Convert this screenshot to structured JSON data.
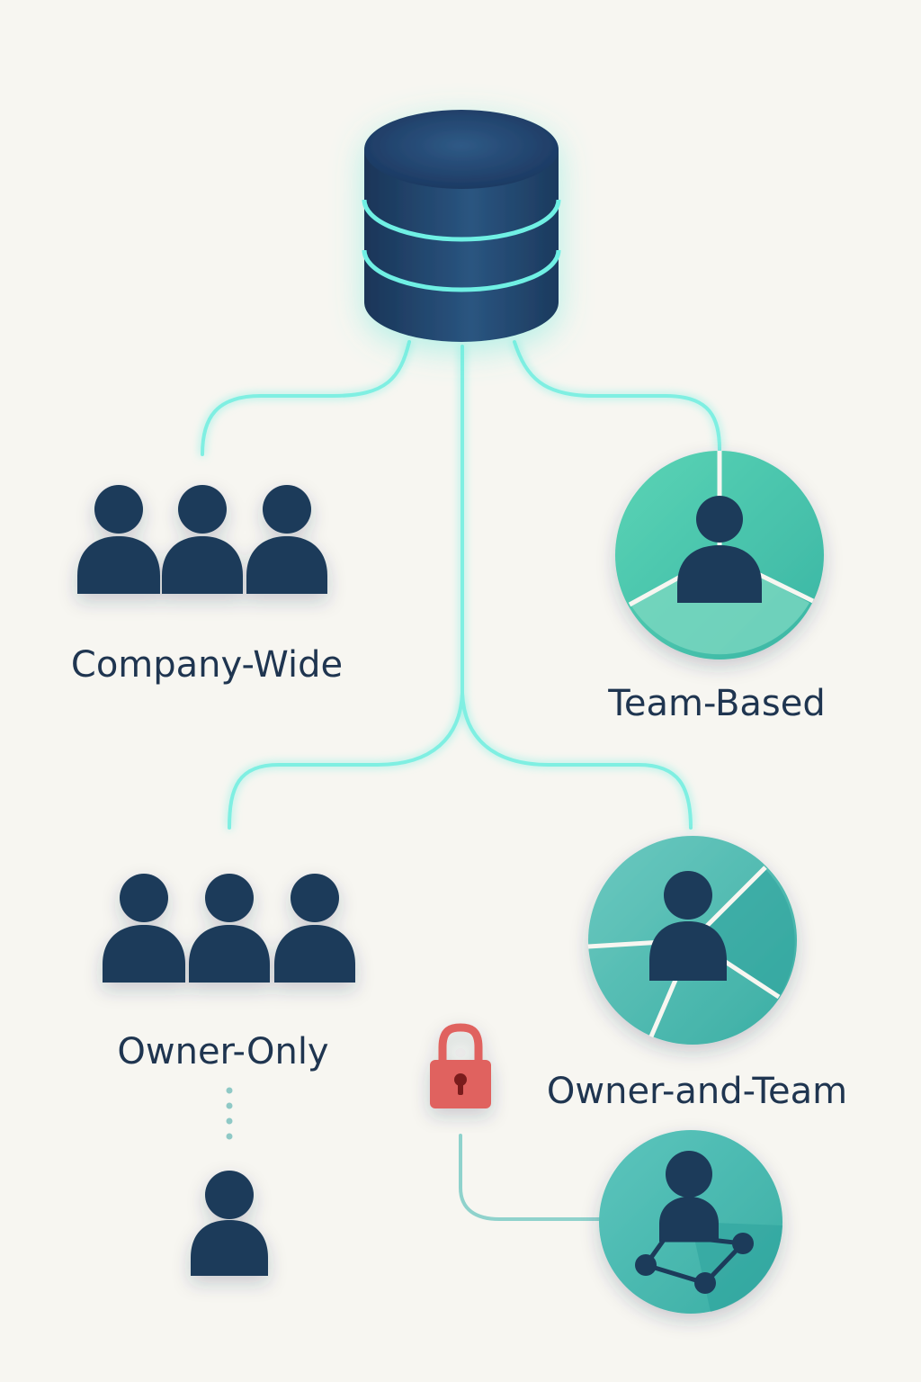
{
  "labels": {
    "company_wide": "Company-Wide",
    "team_based": "Team-Based",
    "owner_only": "Owner-Only",
    "owner_and_team": "Owner-and-Team"
  },
  "nodes": {
    "database": "database-icon",
    "company_wide": "people-group-icon",
    "team_based": "team-circle-icon",
    "owner_only": "people-group-icon",
    "owner_and_team": "team-circle-icon",
    "single_owner": "person-icon",
    "locked_team": "network-person-icon",
    "lock": "lock-icon"
  },
  "colors": {
    "background": "#f7f6f1",
    "navy": "#1c3a5a",
    "connector_glow": "#5ee8d8",
    "teal_light": "#5fd2b8",
    "teal_mid": "#3db9a6",
    "teal_dark": "#2fa89e",
    "lock_red": "#e0625e",
    "label_text": "#1f3550"
  }
}
